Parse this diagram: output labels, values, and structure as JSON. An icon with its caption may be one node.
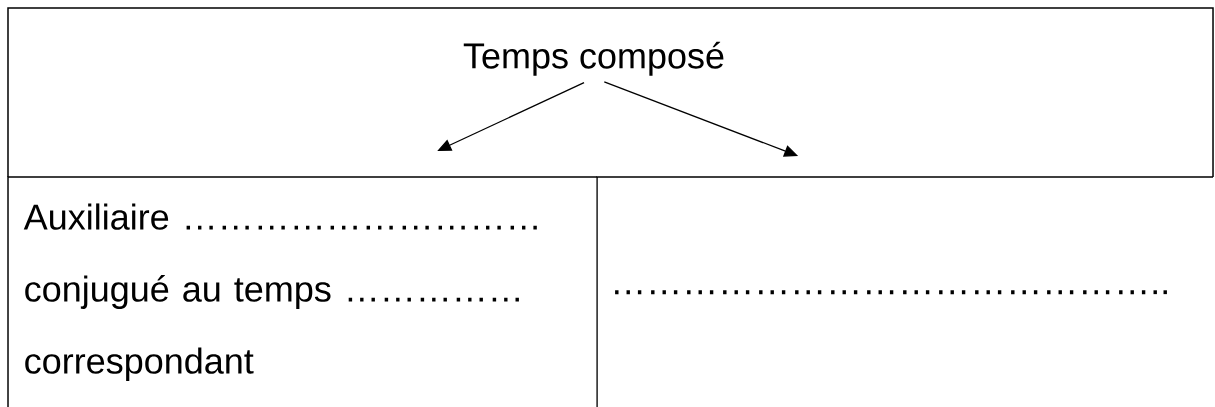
{
  "diagram": {
    "nodes": [
      {
        "text": [
          "Temps composé"
        ]
      },
      {
        "text": [
          "Auxiliaire ………………………… conjugué au temps …………… correspondant"
        ]
      },
      {
        "text": [
          "……………………………………….."
        ]
      }
    ],
    "edges": [
      {
        "from": 0,
        "to": 1,
        "arrow": "to"
      },
      {
        "from": 0,
        "to": 2,
        "arrow": "to"
      }
    ]
  }
}
